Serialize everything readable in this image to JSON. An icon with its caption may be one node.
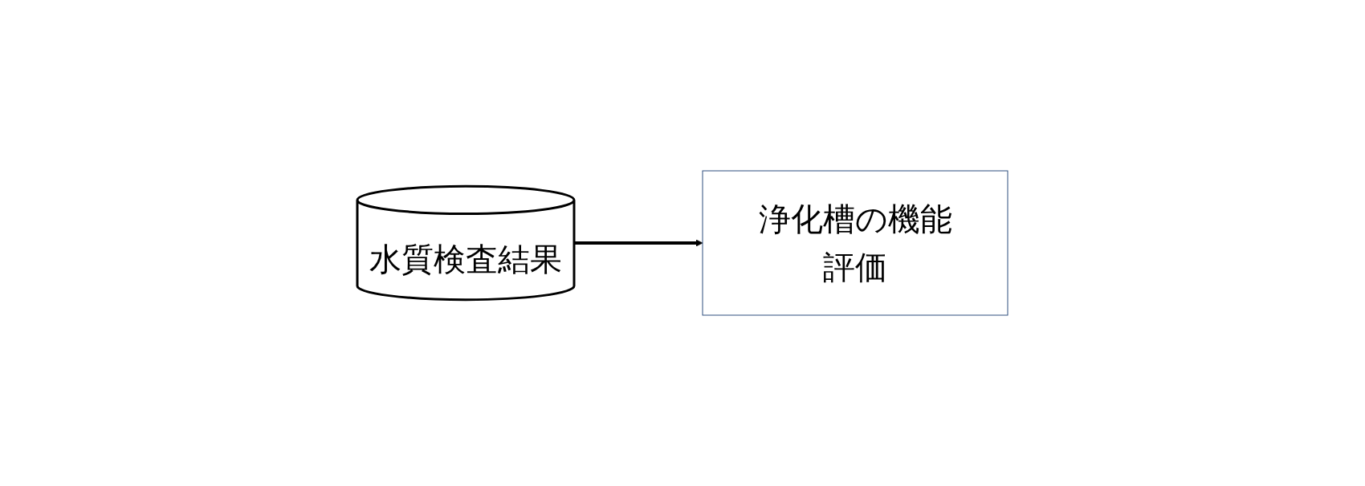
{
  "diagram": {
    "nodes": [
      {
        "text": [
          "水質検査結果"
        ]
      },
      {
        "text": [
          "浄化槽の機能評価"
        ]
      }
    ],
    "edges": [
      {
        "from": 0,
        "to": 1,
        "arrow": "to"
      }
    ]
  }
}
